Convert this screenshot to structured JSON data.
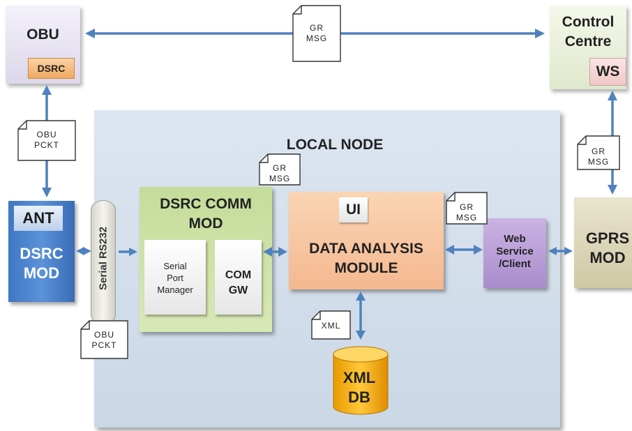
{
  "local_node": {
    "title": "LOCAL NODE"
  },
  "obu": {
    "title": "OBU",
    "sub": "DSRC"
  },
  "control_centre": {
    "title_line1": "Control",
    "title_line2": "Centre",
    "sub": "WS"
  },
  "dsrc_mod": {
    "ant": "ANT",
    "line1": "DSRC",
    "line2": "MOD"
  },
  "gprs_mod": {
    "line1": "GPRS",
    "line2": "MOD"
  },
  "serial": {
    "label": "Serial RS232"
  },
  "dsrc_comm": {
    "line1": "DSRC COMM",
    "line2": "MOD",
    "serial_port_manager": [
      "Serial",
      "Port",
      "Manager"
    ],
    "com_gw": [
      "COM",
      "GW"
    ]
  },
  "data_analysis": {
    "ui": "UI",
    "line1": "DATA ANALYSIS",
    "line2": "MODULE"
  },
  "web_service": {
    "lines": [
      "Web",
      "Service",
      "/Client"
    ]
  },
  "xml_db": {
    "line1": "XML",
    "line2": "DB"
  },
  "notes": {
    "gr_msg_top": [
      "GR",
      "MSG"
    ],
    "obu_pckt_left": [
      "OBU",
      "PCKT"
    ],
    "gr_msg_right": [
      "GR",
      "MSG"
    ],
    "gr_msg_local": [
      "GR",
      "MSG"
    ],
    "gr_msg_dam": [
      "GR",
      "MSG"
    ],
    "xml": [
      "XML"
    ],
    "obu_pckt_bottom": [
      "OBU",
      "PCKT"
    ]
  },
  "colors": {
    "arrow": "#4f81bd"
  }
}
